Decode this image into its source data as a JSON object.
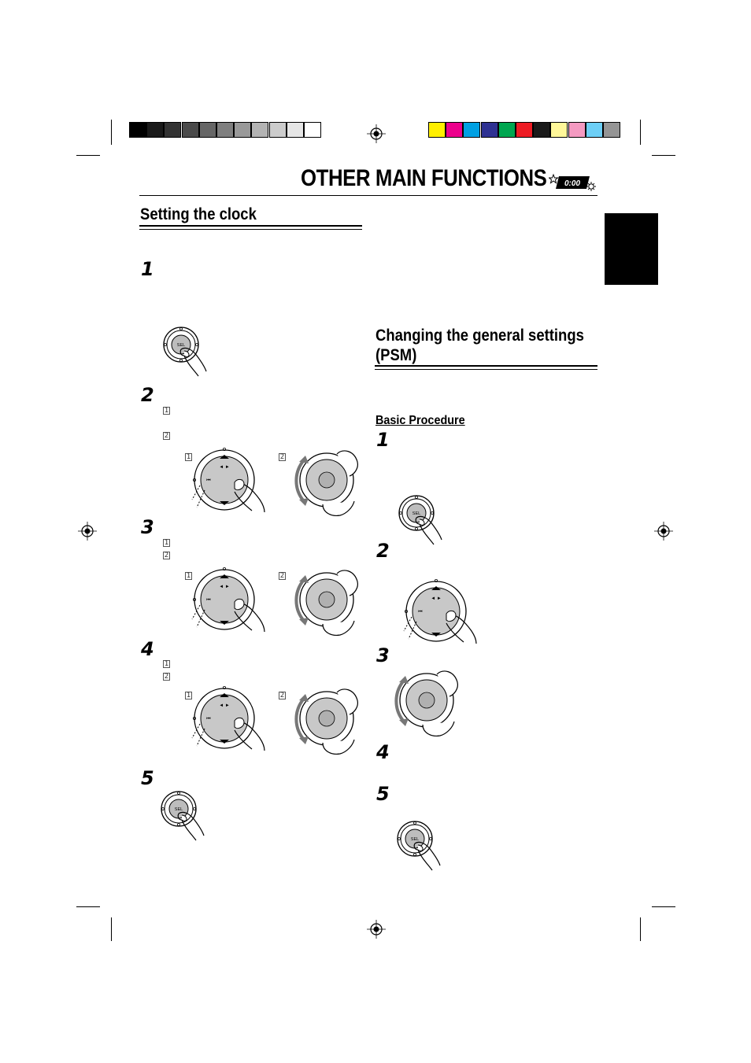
{
  "header": {
    "title": "OTHER MAIN FUNCTIONS",
    "display_icon_text": "0:00",
    "grayscale_bar": [
      "#000000",
      "#1a1a1a",
      "#333333",
      "#4a4a4a",
      "#666666",
      "#7f7f7f",
      "#999999",
      "#b3b3b3",
      "#cccccc",
      "#e6e6e6",
      "#ffffff"
    ],
    "color_bar": [
      "#ffef00",
      "#ec008c",
      "#00a0e3",
      "#2e3192",
      "#00a650",
      "#ed1c24",
      "#1a1a1a",
      "#fff799",
      "#f49ac1",
      "#6dcff6",
      "#959595"
    ]
  },
  "clock_section": {
    "heading": "Setting the clock",
    "steps": [
      "1",
      "2",
      "3",
      "4",
      "5"
    ],
    "sub_markers": [
      "1",
      "2"
    ],
    "button_label": "SEL"
  },
  "psm_section": {
    "heading_line1": "Changing the general settings",
    "heading_line2": "(PSM)",
    "basic_procedure": "Basic Procedure",
    "steps": [
      "1",
      "2",
      "3",
      "4",
      "5"
    ],
    "button_label": "SEL"
  }
}
